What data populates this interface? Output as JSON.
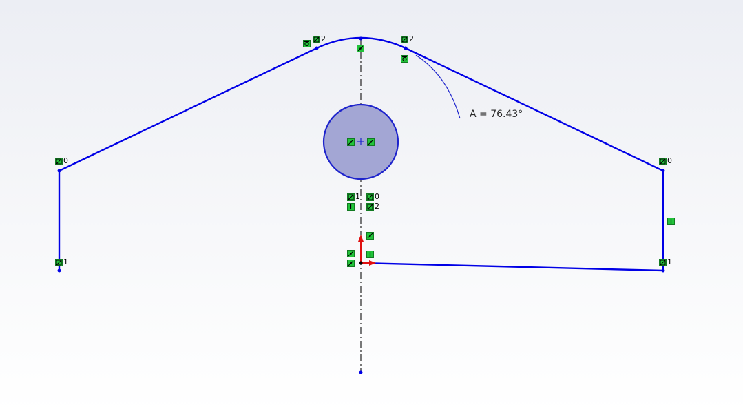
{
  "sketch": {
    "angle_dimension": {
      "label": "A = 76.43°"
    },
    "colors": {
      "geometry": "#0000e6",
      "circle_fill": "#a3a6d4",
      "circle_stroke": "#1e24cc",
      "relation_badge": "#22c33a",
      "centerline": "#222222",
      "x_axis": "#e01010",
      "y_axis": "#e01010"
    },
    "relation_labels": {
      "left_top": "0",
      "left_bottom": "1",
      "right_top": "0",
      "right_bottom": "1",
      "arc_left": "2",
      "arc_right": "2",
      "center_a": "1",
      "center_b": "0",
      "center_c": "2"
    },
    "icons": {
      "coincident": "coincident-icon",
      "tangent": "tangent-icon",
      "vertical": "vertical-icon",
      "midpoint": "midpoint-icon",
      "origin": "origin-icon"
    }
  }
}
